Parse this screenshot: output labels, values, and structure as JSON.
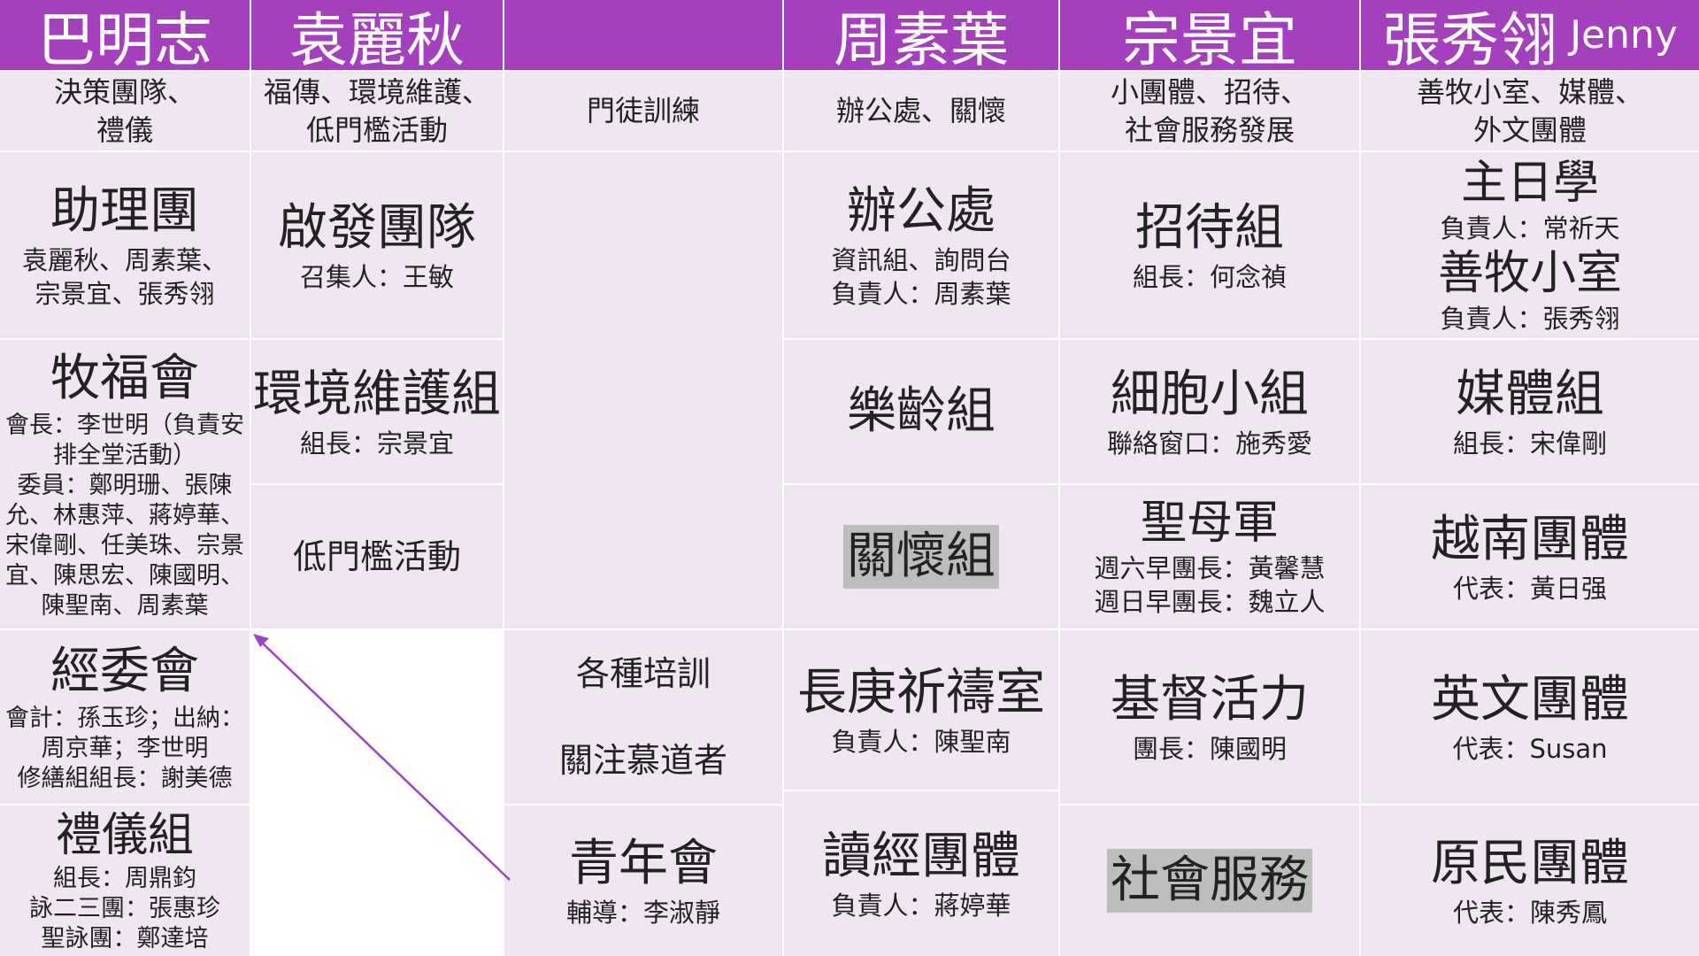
{
  "headers": {
    "c1": "巴明志",
    "c2": "袁麗秋",
    "c3": "",
    "c4": "周素葉",
    "c5": "宗景宜",
    "c6": "張秀翎",
    "c6_latin": "Jenny"
  },
  "responsibilities": {
    "c1": [
      "決策團隊、",
      "禮儀"
    ],
    "c2": [
      "福傳、環境維護、",
      "低門檻活動"
    ],
    "c3": [
      "門徒訓練"
    ],
    "c4": [
      "辦公處、關懷"
    ],
    "c5": [
      "小團體、招待、",
      "社會服務發展"
    ],
    "c6": [
      "善牧小室、媒體、",
      "外文團體"
    ]
  },
  "groups": {
    "assistant": {
      "title": "助理團",
      "lines": [
        "袁麗秋、周素葉、",
        "宗景宜、張秀翎"
      ]
    },
    "pastoral": {
      "title": "牧福會",
      "lines": [
        "會長：李世明（負責安排全堂活動）",
        "委員：鄭明珊、張陳允、林惠萍、蔣婷華、宋偉剛、任美珠、宗景宜、陳思宏、陳國明、陳聖南、周素葉"
      ]
    },
    "finance": {
      "title": "經委會",
      "lines": [
        "會計：孫玉珍；出納：",
        "周京華；李世明",
        "修繕組組長：謝美德"
      ]
    },
    "liturgy": {
      "title": "禮儀組",
      "lines": [
        "組長：周鼎鈞",
        "詠二三團：張惠珍",
        "聖詠團：鄭達培"
      ]
    },
    "inspire": {
      "title": "啟發團隊",
      "lines": [
        "召集人：王敏"
      ]
    },
    "environment": {
      "title": "環境維護組",
      "lines": [
        "組長：宗景宜"
      ]
    },
    "low_threshold": {
      "title": "低門檻活動"
    },
    "training": {
      "lines": [
        "各種培訓",
        "關注慕道者"
      ]
    },
    "youth": {
      "title": "青年會",
      "lines": [
        "輔導：李淑靜"
      ]
    },
    "office": {
      "title": "辦公處",
      "lines": [
        "資訊組、詢問台",
        "負責人：周素葉"
      ]
    },
    "elderly": {
      "title": "樂齡組"
    },
    "care": {
      "title": "關懷組"
    },
    "prayer_room": {
      "title": "長庚祈禱室",
      "lines": [
        "負責人：陳聖南"
      ]
    },
    "bible": {
      "title": "讀經團體",
      "lines": [
        "負責人：蔣婷華"
      ]
    },
    "reception": {
      "title": "招待組",
      "lines": [
        "組長：何念禎"
      ]
    },
    "cell_group": {
      "title": "細胞小組",
      "lines": [
        "聯絡窗口：施秀愛"
      ]
    },
    "legion": {
      "title": "聖母軍",
      "lines": [
        "週六早團長：黃馨慧",
        "週日早團長：魏立人"
      ]
    },
    "christian_life": {
      "title": "基督活力",
      "lines": [
        "團長：陳國明"
      ]
    },
    "social_service": {
      "title": "社會服務"
    },
    "sunday_school": {
      "title": "主日學",
      "lines": [
        "負責人：常祈天"
      ]
    },
    "good_shepherd": {
      "title": "善牧小室",
      "lines": [
        "負責人：張秀翎"
      ]
    },
    "media": {
      "title": "媒體組",
      "lines": [
        "組長：宋偉剛"
      ]
    },
    "vietnamese": {
      "title": "越南團體",
      "lines": [
        "代表：黃日强"
      ]
    },
    "english": {
      "title": "英文團體",
      "lines": [
        "代表：Susan"
      ]
    },
    "indigenous": {
      "title": "原民團體",
      "lines": [
        "代表：陳秀鳳"
      ]
    }
  },
  "colors": {
    "header_bg": "#a43fbe",
    "header_text": "#ffffff",
    "cell_bg": "#f0e6f1",
    "highlight_bg": "#bdbdbd",
    "arrow": "#9b44c4"
  }
}
